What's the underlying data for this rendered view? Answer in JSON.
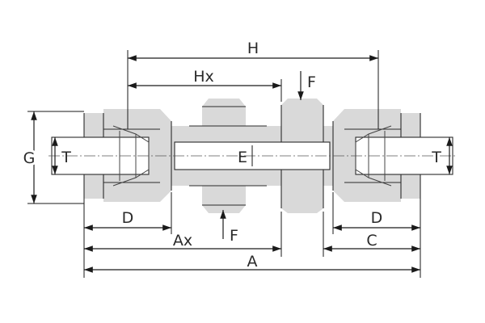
{
  "diagram": {
    "labels": {
      "H": "H",
      "Hx": "Hx",
      "F_top": "F",
      "F_bottom": "F",
      "G": "G",
      "T_left": "T",
      "T_right": "T",
      "E": "E",
      "D_left": "D",
      "D_right": "D",
      "Ax": "Ax",
      "C": "C",
      "A": "A"
    },
    "colors": {
      "body": "#d9d9d9",
      "lines": "#1a1a1a",
      "background": "#ffffff"
    }
  }
}
